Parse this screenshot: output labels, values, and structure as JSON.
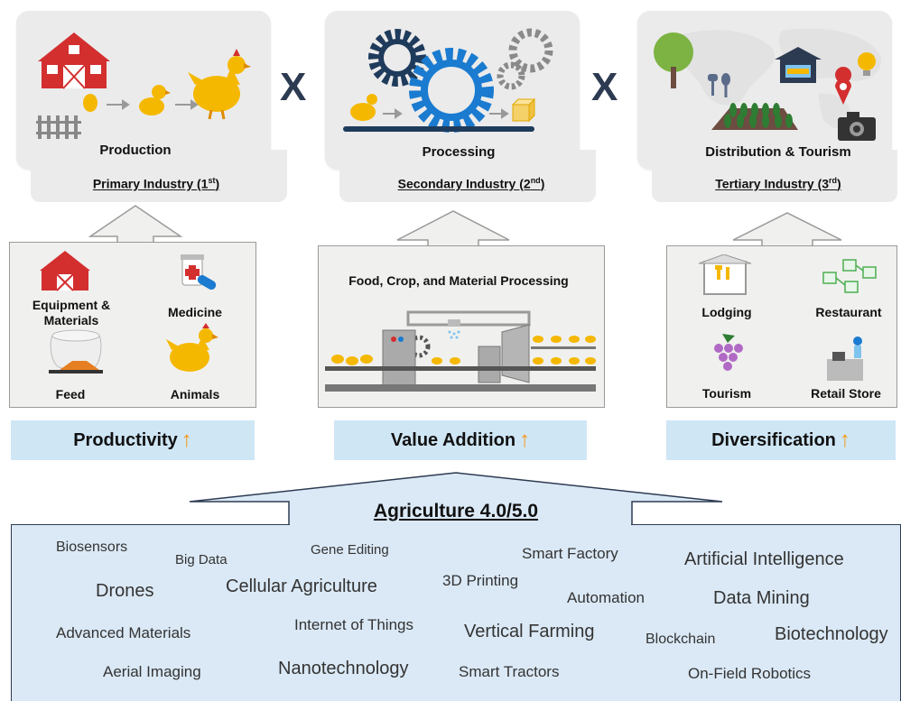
{
  "top_row": {
    "multiply_symbol": "X",
    "cards": [
      {
        "stage": "Production",
        "industry": "Primary Industry (1",
        "ordinal": "st",
        "close": ")"
      },
      {
        "stage": "Processing",
        "industry": "Secondary Industry (2",
        "ordinal": "nd",
        "close": ")"
      },
      {
        "stage": "Distribution & Tourism",
        "industry": "Tertiary Industry (3",
        "ordinal": "rd",
        "close": ")"
      }
    ]
  },
  "primary_panel": {
    "items": [
      "Equipment &",
      "Materials",
      "Medicine",
      "Feed",
      "Animals"
    ]
  },
  "secondary_panel": {
    "title": "Food, Crop, and Material Processing"
  },
  "tertiary_panel": {
    "items": [
      "Lodging",
      "Restaurant",
      "Tourism",
      "Retail Store"
    ]
  },
  "outcomes": {
    "productivity": "Productivity",
    "value_addition": "Value Addition",
    "diversification": "Diversification",
    "arrow": "↑"
  },
  "agriculture": {
    "title": "Agriculture 4.0/5.0",
    "keywords": [
      "Biosensors",
      "Big Data",
      "Gene Editing",
      "Smart Factory",
      "Artificial Intelligence",
      "Drones",
      "Cellular Agriculture",
      "3D Printing",
      "Automation",
      "Data Mining",
      "Advanced Materials",
      "Internet of Things",
      "Vertical Farming",
      "Blockchain",
      "Biotechnology",
      "Aerial Imaging",
      "Nanotechnology",
      "Smart Tractors",
      "On-Field Robotics"
    ]
  },
  "colors": {
    "barn_red": "#d32f2f",
    "chicken_yellow": "#f5b800",
    "gear_blue": "#1a7bd0",
    "gear_navy": "#1f3b5c",
    "gear_gray": "#8a8a8a",
    "outcome_bar": "#cfe6f5",
    "agri_panel": "#dbe9f6",
    "orange_arrow": "#f59a1b"
  }
}
